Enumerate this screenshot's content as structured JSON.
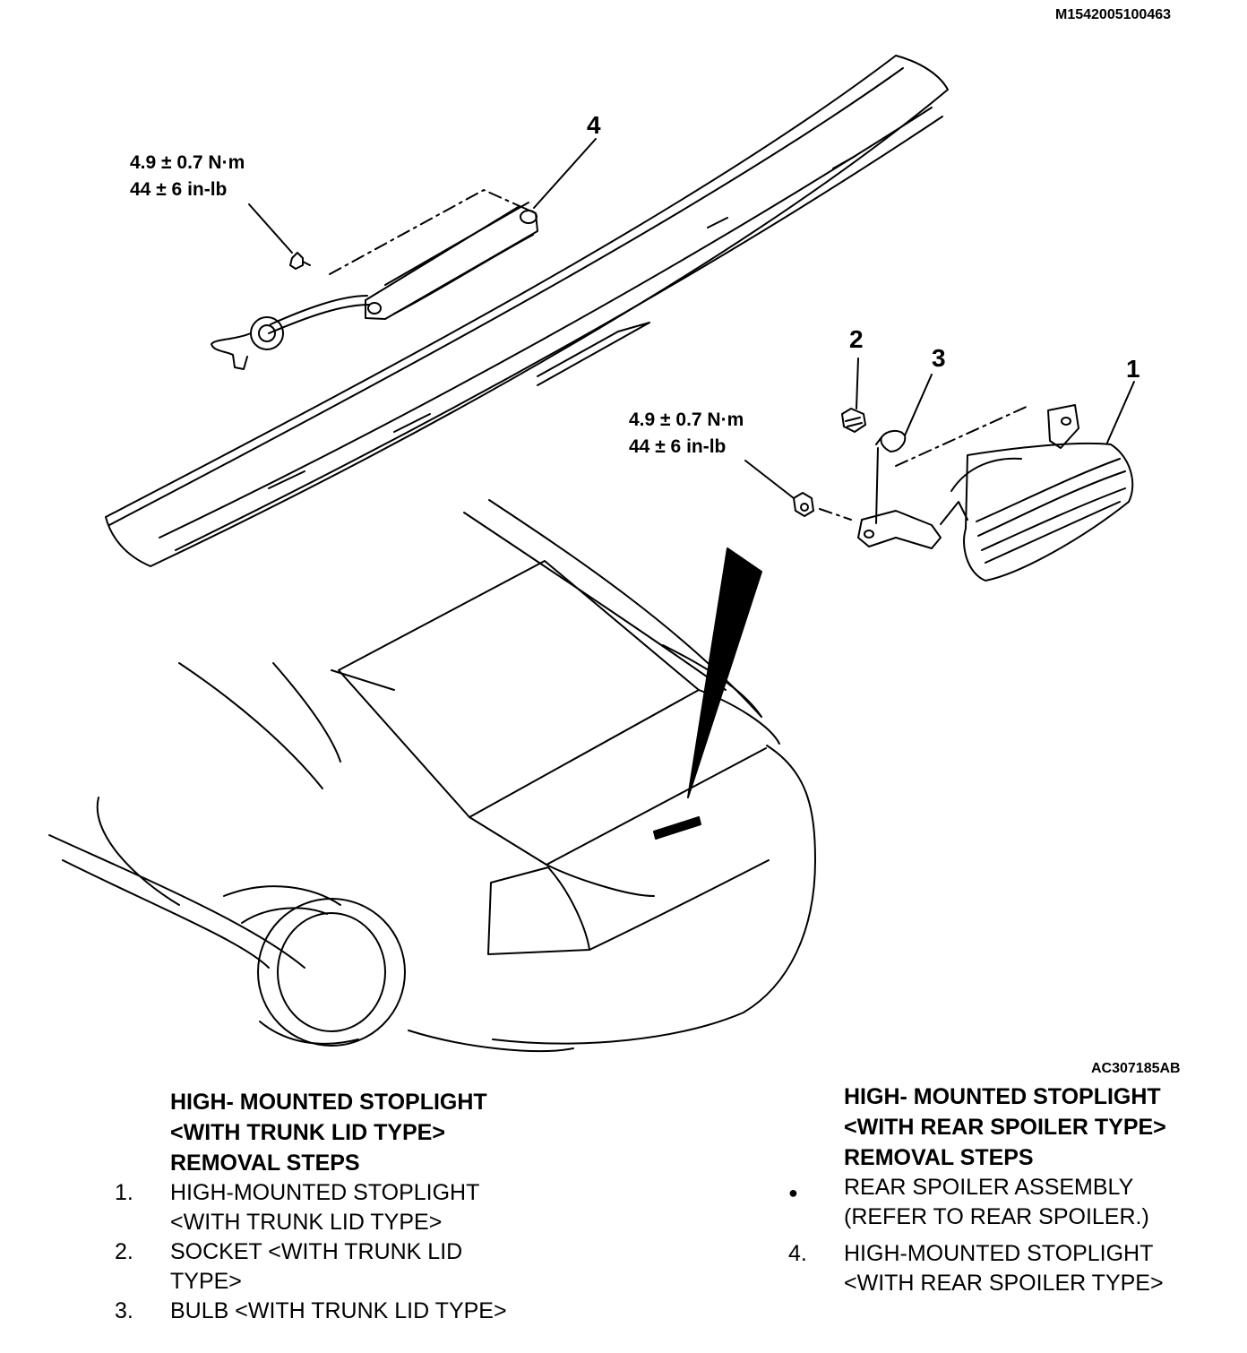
{
  "figure": {
    "top_code": "M1542005100463",
    "bottom_code": "AC307185AB"
  },
  "torque_left": {
    "nm": "4.9 ± 0.7 N·m",
    "inlb": "44 ± 6 in-lb"
  },
  "torque_right": {
    "nm": "4.9 ± 0.7 N·m",
    "inlb": "44 ± 6 in-lb"
  },
  "callouts": [
    "1",
    "2",
    "3",
    "4"
  ],
  "left_section": {
    "title_lines": [
      "HIGH- MOUNTED STOPLIGHT",
      "<WITH TRUNK LID TYPE>",
      "REMOVAL STEPS"
    ],
    "steps": [
      {
        "num": "1.",
        "lines": [
          "HIGH-MOUNTED STOPLIGHT",
          "<WITH TRUNK LID TYPE>"
        ]
      },
      {
        "num": "2.",
        "lines": [
          "SOCKET <WITH TRUNK LID",
          "TYPE>"
        ]
      },
      {
        "num": "3.",
        "lines": [
          "BULB <WITH TRUNK LID TYPE>"
        ]
      }
    ]
  },
  "right_section": {
    "title_lines": [
      "HIGH- MOUNTED STOPLIGHT",
      "<WITH REAR SPOILER TYPE>",
      "REMOVAL STEPS"
    ],
    "steps": [
      {
        "num": "●",
        "lines": [
          "REAR SPOILER ASSEMBLY",
          "(REFER TO REAR SPOILER.)"
        ]
      },
      {
        "num": "4.",
        "lines": [
          "HIGH-MOUNTED STOPLIGHT",
          "<WITH REAR SPOILER TYPE>"
        ]
      }
    ]
  }
}
